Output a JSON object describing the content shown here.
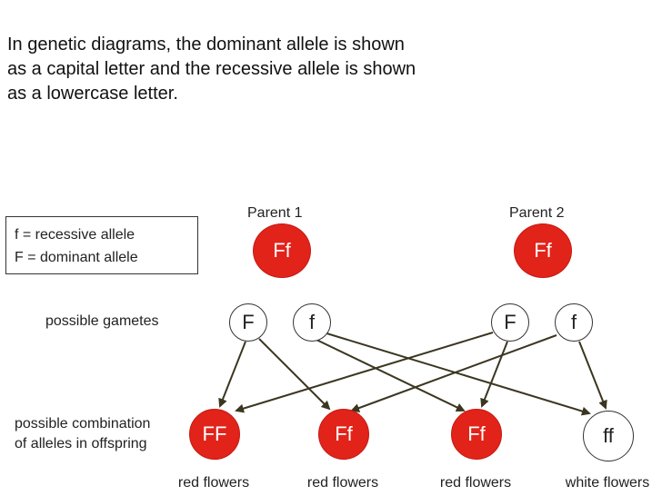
{
  "intro": {
    "line1": "In genetic diagrams, the dominant allele is shown",
    "line2": "as a capital letter and the recessive allele is shown",
    "line3": "as a lowercase letter."
  },
  "key": {
    "line1": "f = recessive allele",
    "line2": "F = dominant allele"
  },
  "parents": {
    "p1_label": "Parent 1",
    "p1_genotype": "Ff",
    "p2_label": "Parent 2",
    "p2_genotype": "Ff"
  },
  "gametes": {
    "label": "possible gametes",
    "p1_g1": "F",
    "p1_g2": "f",
    "p2_g1": "F",
    "p2_g2": "f"
  },
  "offspring": {
    "label_line1": "possible combination",
    "label_line2": "of alleles in offspring",
    "o1": "FF",
    "o2": "Ff",
    "o3": "Ff",
    "o4": "ff",
    "c1": "red flowers",
    "c2": "red flowers",
    "c3": "red flowers",
    "c4": "white flowers"
  },
  "colors": {
    "dominant_red": "#e2231a",
    "recessive_white": "#ffffff",
    "arrow": "#3a3620"
  }
}
